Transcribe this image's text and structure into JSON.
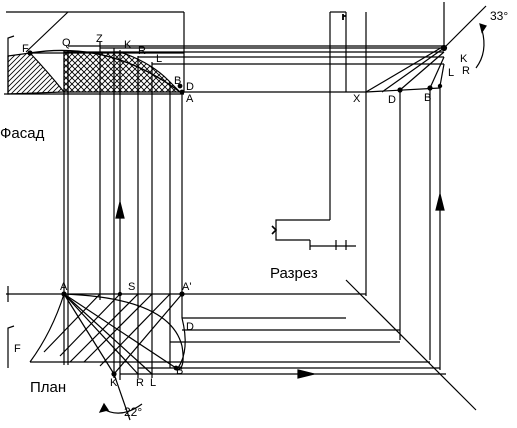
{
  "captions": {
    "facade": "Фасад",
    "plan": "План",
    "section": "Разрез"
  },
  "angles": {
    "section": "33°",
    "plan": "22°"
  },
  "points": {
    "F_facade": "F",
    "Q": "Q",
    "Z": "Z",
    "K_facade": "K",
    "R_facade": "R",
    "L_facade": "L",
    "B_facade": "B",
    "D_facade": "D",
    "A_facade": "A",
    "X": "X",
    "D_section": "D",
    "B_section": "B",
    "K_section": "K",
    "R_section": "R",
    "L_section": "L",
    "A_plan": "A",
    "S_plan": "S",
    "A_prime": "A'",
    "D_plan": "D",
    "F_plan": "F",
    "K_plan": "K",
    "R_plan": "R",
    "L_plan": "L",
    "B_plan": "B"
  },
  "colors": {
    "ink": "#000000",
    "paper": "#ffffff"
  }
}
